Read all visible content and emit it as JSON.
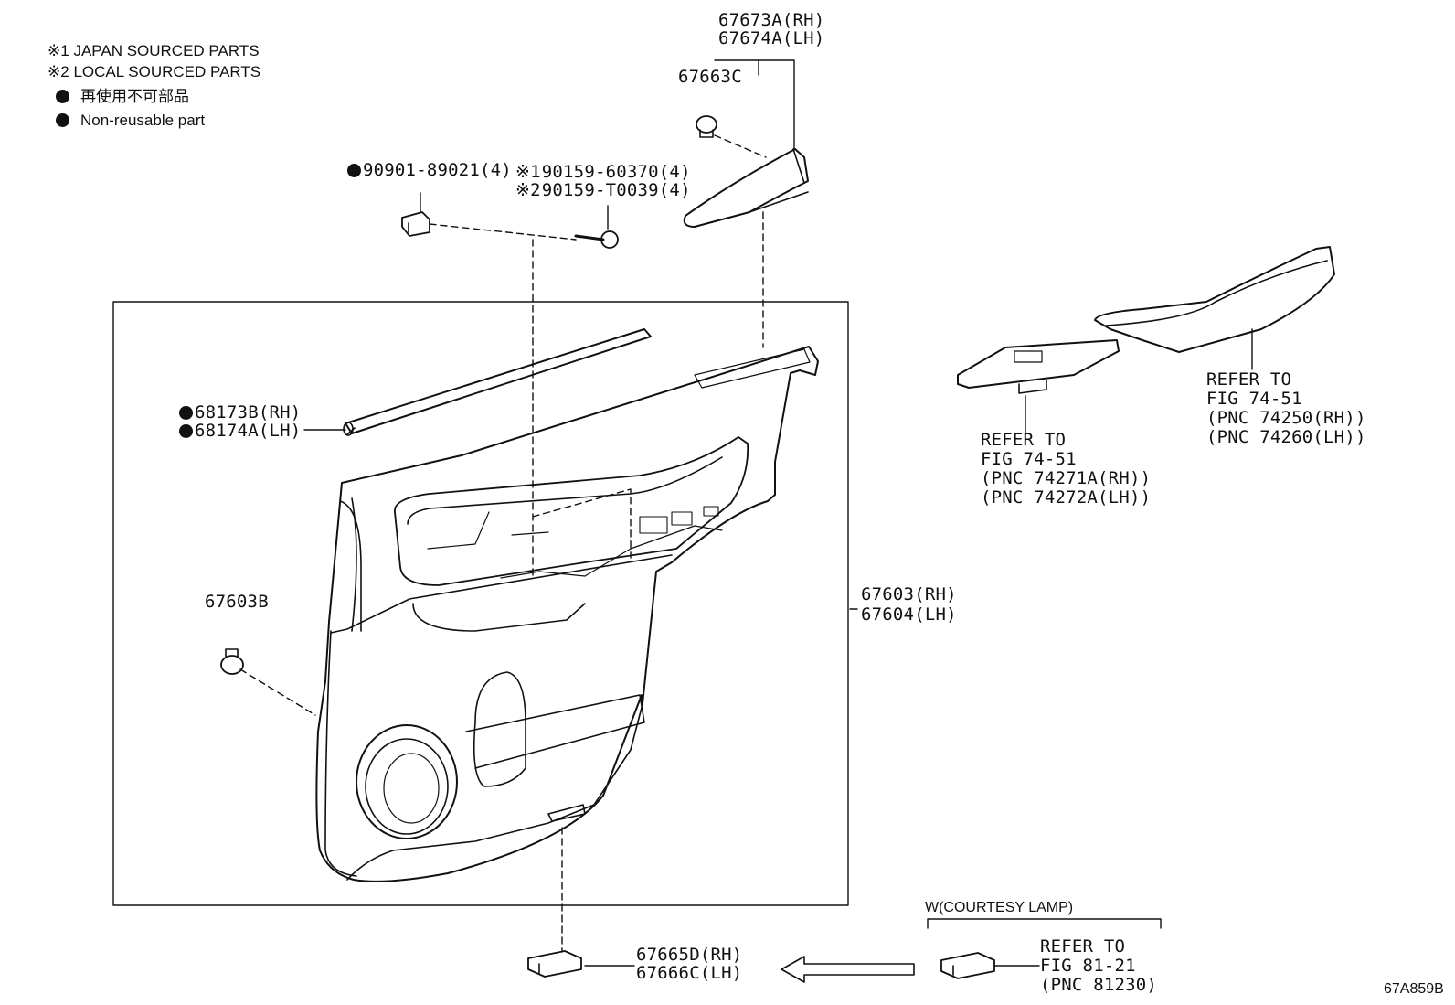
{
  "legend": {
    "note1_mark": "※1",
    "note1_text": "JAPAN SOURCED PARTS",
    "note2_mark": "※2",
    "note2_text": "LOCAL SOURCED PARTS",
    "nonreuse_jp": "再使用不可部品",
    "nonreuse_en": "Non-reusable part"
  },
  "parts": {
    "p67673A": "67673A(RH)",
    "p67674A": "67674A(LH)",
    "p67663C": "67663C",
    "p90901": "90901-89021(4)",
    "p190159_mark": "※1",
    "p190159": "90159-60370(4)",
    "p290159_mark": "※2",
    "p290159": "90159-T0039(4)",
    "p68173B": "68173B(RH)",
    "p68174A": "68174A(LH)",
    "p67603B": "67603B",
    "p67603": "67603(RH)",
    "p67604": "67604(LH)",
    "p67665D": "67665D(RH)",
    "p67666C": "67666C(LH)"
  },
  "refs": {
    "switch_ref": [
      "REFER TO",
      "FIG 74-51",
      "(PNC 74271A(RH))",
      "(PNC 74272A(LH))"
    ],
    "armrest_ref": [
      "REFER TO",
      "FIG 74-51",
      "(PNC 74250(RH))",
      "(PNC 74260(LH))"
    ],
    "lamp_ref": [
      "REFER TO",
      "FIG 81-21",
      "(PNC 81230)"
    ]
  },
  "courtesy_lamp_label": "W(COURTESY LAMP)",
  "figure_code": "67A859B"
}
